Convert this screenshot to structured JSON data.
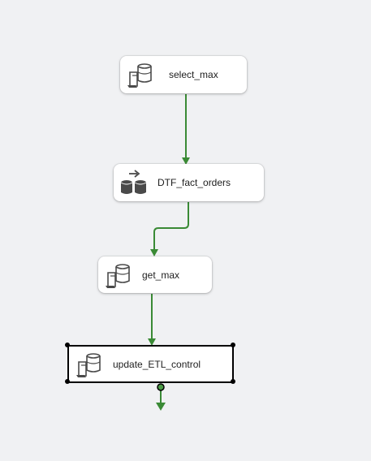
{
  "tasks": {
    "select_max": {
      "label": "select_max",
      "icon": "execute-sql-task-icon"
    },
    "dtf_fact_orders": {
      "label": "DTF_fact_orders",
      "icon": "data-flow-task-icon"
    },
    "get_max": {
      "label": "get_max",
      "icon": "execute-sql-task-icon"
    },
    "update_etl_control": {
      "label": "update_ETL_control",
      "icon": "execute-sql-task-icon",
      "selected": true
    }
  },
  "colors": {
    "canvas_background": "#f0f1f3",
    "connector_success": "#3a8a35",
    "task_background": "#ffffff",
    "selection_border": "#000000"
  }
}
